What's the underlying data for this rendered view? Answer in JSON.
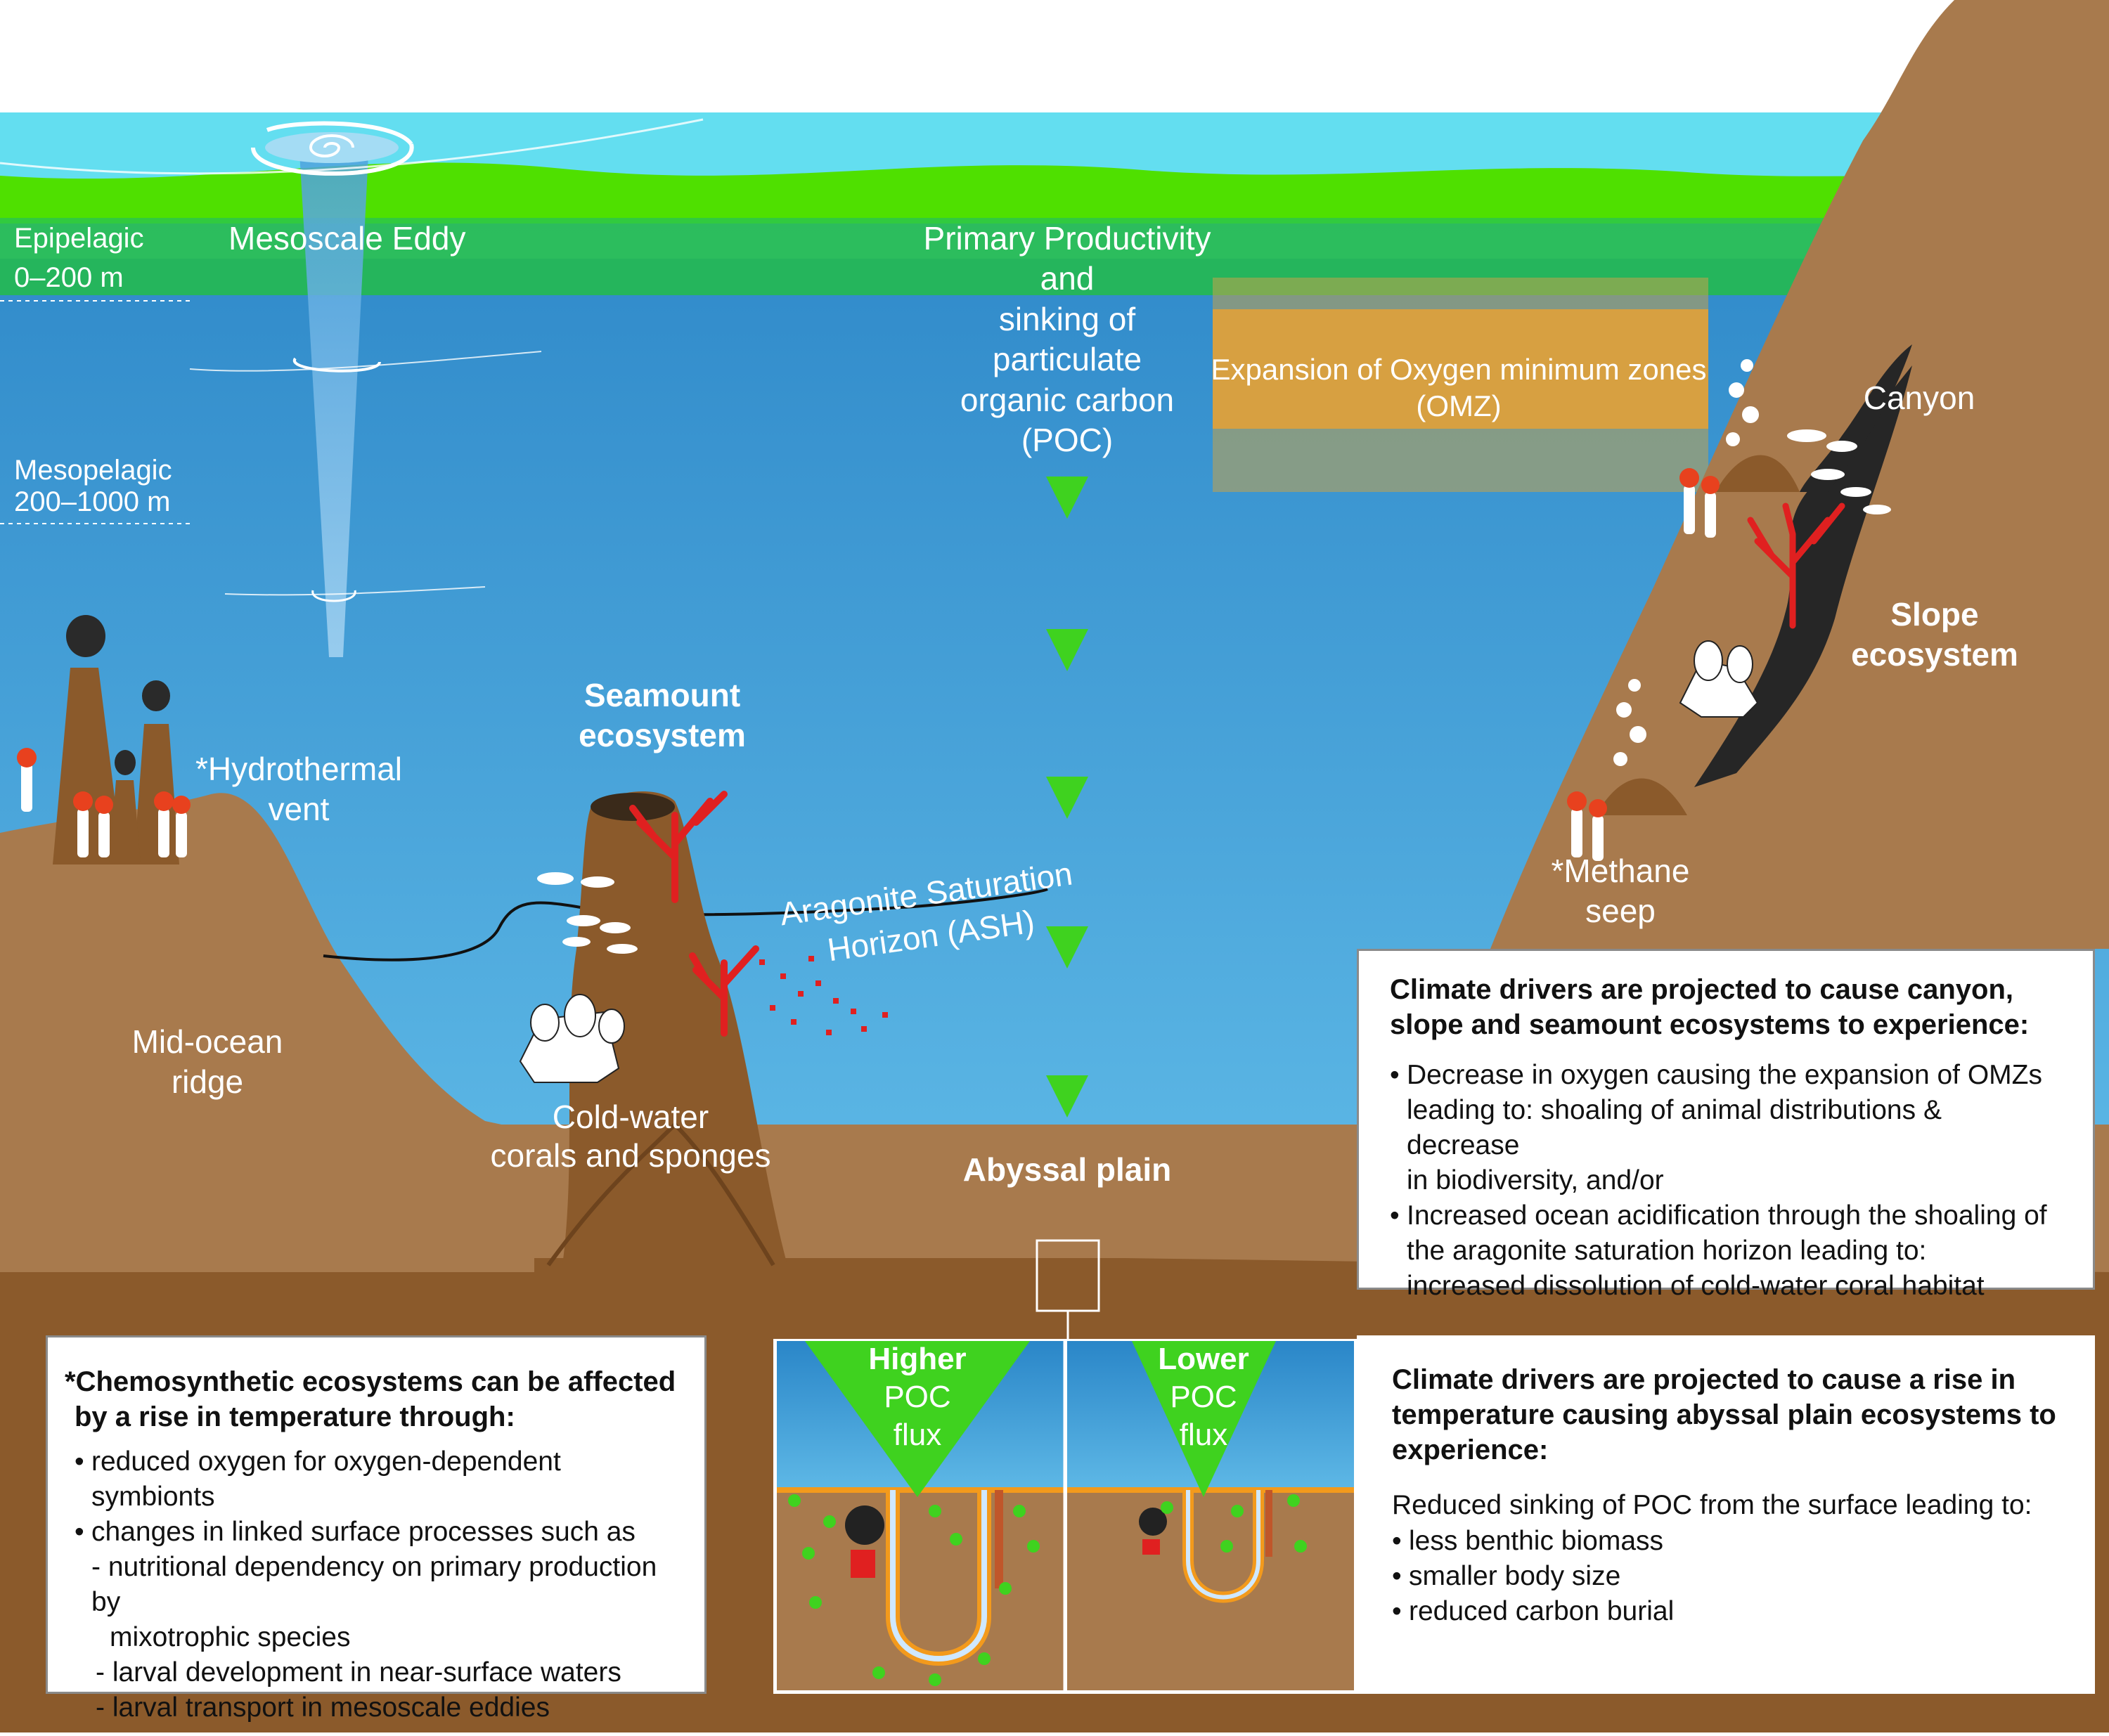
{
  "colors": {
    "ocean_top": "#2d87c8",
    "ocean_bottom": "#56b2e4",
    "surface": "#63def0",
    "productive_band": "#2cc64a",
    "sediment": "#8b5a2b",
    "seafloor": "#a87a4d",
    "omz": "#e0a13a",
    "arrow_green": "#3fd21f",
    "coral_red": "#e02020",
    "box_border": "#8a8a8a"
  },
  "zones": {
    "epipelagic_name": "Epipelagic",
    "epipelagic_depth": "0–200 m",
    "mesopelagic_name": "Mesopelagic",
    "mesopelagic_depth": "200–1000 m"
  },
  "labels": {
    "eddy": "Mesoscale Eddy",
    "productivity": [
      "Primary Productivity",
      "and",
      "sinking of",
      "particulate",
      "organic carbon",
      "(POC)"
    ],
    "omz": [
      "Expansion of Oxygen minimum zones",
      "(OMZ)"
    ],
    "canyon": "Canyon",
    "slope": [
      "Slope",
      "ecosystem"
    ],
    "seamount": [
      "Seamount",
      "ecosystem"
    ],
    "hydrothermal": [
      "*Hydrothermal",
      "vent"
    ],
    "ash": [
      "Aragonite Saturation",
      "Horizon (ASH)"
    ],
    "methane": [
      "*Methane",
      "seep"
    ],
    "ridge": [
      "Mid-ocean",
      "ridge"
    ],
    "corals": [
      "Cold-water",
      "corals and sponges"
    ],
    "abyssal": "Abyssal plain"
  },
  "inset": {
    "higher": [
      "Higher",
      "POC",
      "flux"
    ],
    "lower": [
      "Lower",
      "POC",
      "flux"
    ]
  },
  "box_canyon": {
    "heading": [
      "Climate drivers are projected to cause canyon,",
      "slope and seamount ecosystems to experience:"
    ],
    "items": [
      "Decrease in oxygen causing the expansion of OMZs",
      "leading to: shoaling of animal distributions & decrease",
      "in biodiversity, and/or",
      "Increased ocean acidification through the shoaling of",
      "the aragonite saturation horizon leading to:",
      "increased dissolution of cold-water coral habitat"
    ]
  },
  "box_chemo": {
    "heading": [
      "*Chemosynthetic ecosystems can be affected",
      "by a rise in temperature through:"
    ],
    "items": [
      "reduced oxygen for oxygen-dependent symbionts",
      "changes in linked surface processes such as",
      "- nutritional dependency on primary production by",
      "mixotrophic species",
      "- larval development in near-surface waters",
      "- larval transport in mesoscale eddies"
    ]
  },
  "box_abyssal": {
    "heading": [
      "Climate drivers  are projected to cause a rise in",
      "temperature causing abyssal plain ecosystems to",
      "experience:"
    ],
    "intro": "Reduced sinking of POC from the surface leading to:",
    "items": [
      "less benthic biomass",
      "smaller body size",
      "reduced carbon burial"
    ]
  }
}
